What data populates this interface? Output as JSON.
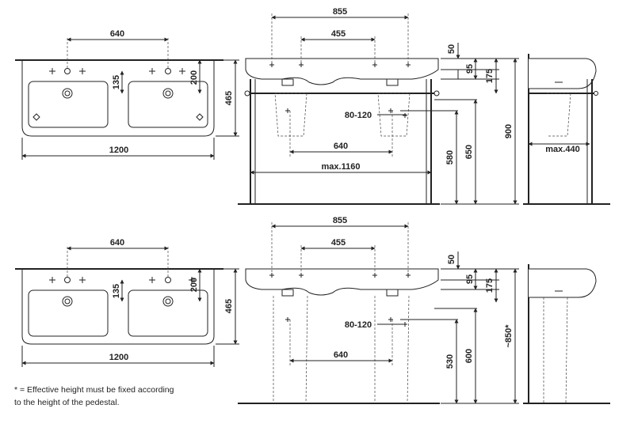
{
  "top": {
    "plan": {
      "width": "640",
      "depth1": "135",
      "depth2": "200",
      "overall_depth": "465",
      "overall_width": "1200"
    },
    "front": {
      "top_width": "855",
      "mid_width": "455",
      "h1": "50",
      "h2": "95",
      "h3": "175",
      "drain_range": "80-120",
      "drain_spacing": "640",
      "frame_width": "max.1160",
      "height_580": "580",
      "height_650": "650",
      "height_900": "900"
    },
    "side": {
      "depth_max": "max.440"
    }
  },
  "bottom": {
    "plan": {
      "width": "640",
      "depth1": "135",
      "depth2": "200",
      "overall_depth": "465",
      "overall_width": "1200"
    },
    "front": {
      "top_width": "855",
      "mid_width": "455",
      "h1": "50",
      "h2": "95",
      "h3": "175",
      "drain_range": "80-120",
      "drain_spacing": "640",
      "height_530": "530",
      "height_600": "600",
      "height_850": "~850*"
    }
  },
  "footnote": {
    "line1": "* = Effective height must be fixed according",
    "line2": "to the height of the pedestal."
  }
}
